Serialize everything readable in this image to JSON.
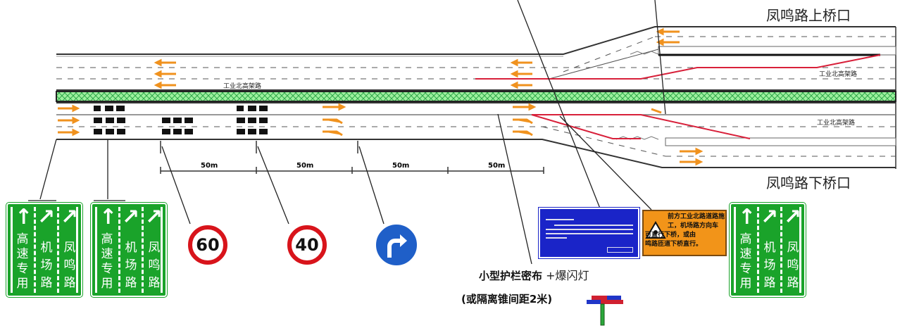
{
  "labels": {
    "up_ramp": "凤鸣路上桥口",
    "down_ramp": "凤鸣路下桥口",
    "road_name": "工业北高架路"
  },
  "scale": {
    "segments": [
      "50m",
      "50m",
      "50m",
      "50m"
    ]
  },
  "lane_signs": [
    {
      "columns": [
        {
          "arrow": "↑",
          "text": "高速专用"
        },
        {
          "arrow": "↗",
          "text": "机场路"
        },
        {
          "arrow": "↗",
          "text": "凤鸣路"
        }
      ]
    },
    {
      "columns": [
        {
          "arrow": "↑",
          "text": "高速专用"
        },
        {
          "arrow": "↗",
          "text": "机场路"
        },
        {
          "arrow": "↗",
          "text": "凤鸣路"
        }
      ]
    },
    {
      "columns": [
        {
          "arrow": "↑",
          "text": "高速专用"
        },
        {
          "arrow": "↗",
          "text": "机场路"
        },
        {
          "arrow": "↗",
          "text": "凤鸣路"
        }
      ]
    }
  ],
  "speed_signs": [
    "60",
    "40"
  ],
  "turn_sign": "turn-right-icon",
  "warning_sign": {
    "lines": [
      "前方工业北路道路施",
      "工，机场路方向车",
      "可直行下桥，或由",
      "鸣路匝道下桥直行。"
    ]
  },
  "barrier_note": {
    "line1_bold": "小型护栏密布",
    "line1_light": "+爆闪灯",
    "line2": "(或隔离锥间距2米)"
  },
  "colors": {
    "sign_green": "#1aa32a",
    "median_green": "#7de07d",
    "arrow_orange": "#f0921e",
    "route_red": "#d8203a",
    "info_blue": "#1a24c8",
    "warning_orange": "#f29419"
  }
}
